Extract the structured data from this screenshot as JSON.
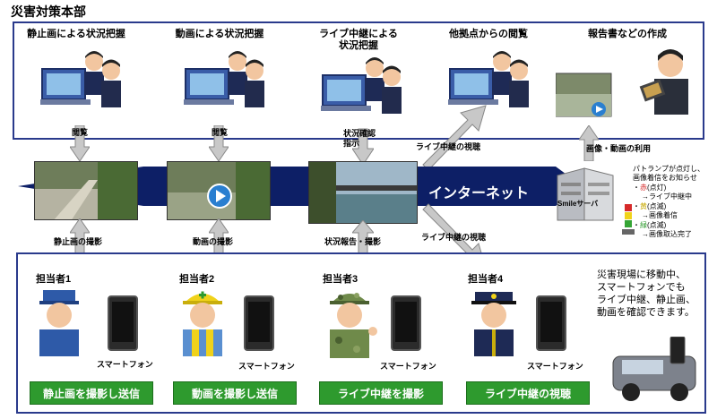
{
  "title": "災害対策本部",
  "top_labels": [
    "静止画による状況把握",
    "動画による状況把握",
    "ライブ中継による\n状況把握",
    "他拠点からの閲覧",
    "報告書などの作成"
  ],
  "mid_labels": {
    "view1": "閲覧",
    "view2": "閲覧",
    "confirm": "状況確認\n指示",
    "live_view_top": "ライブ中継の視聴",
    "live_view_bottom": "ライブ中継の視聴",
    "image_use": "画像・動画の利用",
    "still_shoot": "静止画の撮影",
    "video_shoot": "動画の撮影",
    "report_shoot": "状況報告・撮影",
    "internet": "インターネット",
    "server": "Smileサーバ"
  },
  "legend": {
    "intro1": "パトランプが点灯し、",
    "intro2": "画像着信をお知らせ",
    "red": "赤",
    "red_state": "(点灯)",
    "red_desc": "→ライブ中継中",
    "yellow": "黄",
    "yellow_state": "(点滅)",
    "yellow_desc": "→画像着信",
    "green": "緑",
    "green_state": "(点滅)",
    "green_desc": "→画像取込完了"
  },
  "people": [
    {
      "name": "担当者1",
      "phone": "スマートフォン",
      "action": "静止画を撮影し送信"
    },
    {
      "name": "担当者2",
      "phone": "スマートフォン",
      "action": "動画を撮影し送信"
    },
    {
      "name": "担当者3",
      "phone": "スマートフォン",
      "action": "ライブ中継を撮影"
    },
    {
      "name": "担当者4",
      "phone": "スマートフォン",
      "action": "ライブ中継の視聴"
    }
  ],
  "note": "災害現場に移動中、\nスマートフォンでも\nライブ中継、静止画、\n動画を確認できます。",
  "colors": {
    "accent": "#2a3a8c",
    "button": "#2e9a2e",
    "band": "#0d1f66"
  }
}
